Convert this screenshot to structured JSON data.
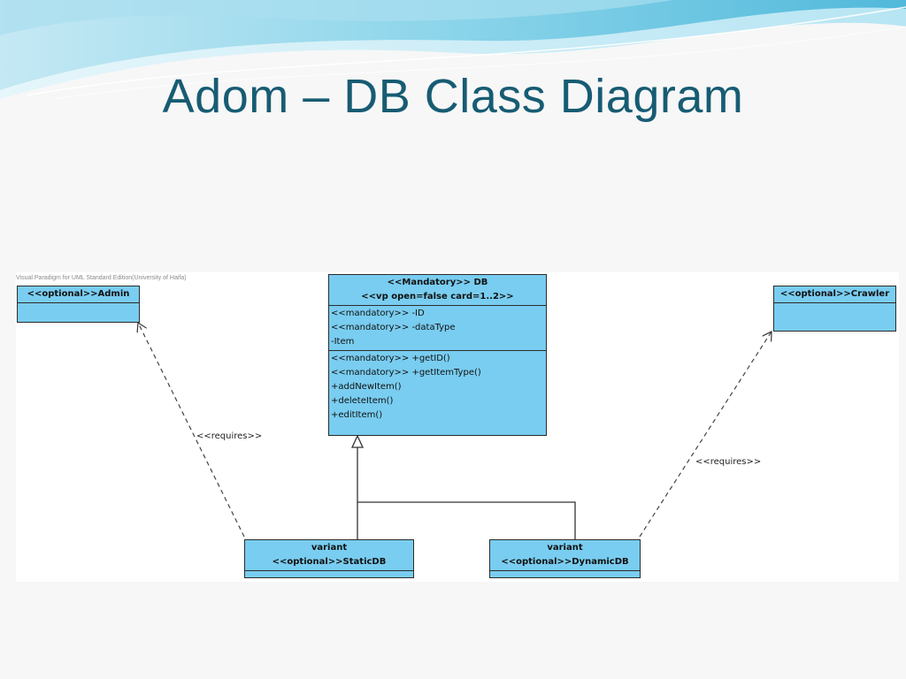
{
  "slide": {
    "title": "Adom – DB Class Diagram"
  },
  "diagram": {
    "watermark": "Visual Paradigm for UML Standard Edition(University of Haifa)",
    "classes": {
      "admin": {
        "name": "<<optional>>Admin"
      },
      "crawler": {
        "name": "<<optional>>Crawler"
      },
      "db": {
        "stereotype": "<<Mandatory>> DB",
        "constraint": "<<vp open=false card=1..2>>",
        "attributes": [
          "<<mandatory>> -ID",
          "<<mandatory>> -dataType",
          "-Item"
        ],
        "operations": [
          "<<mandatory>> +getID()",
          "<<mandatory>> +getItemType()",
          "+addNewItem()",
          "+deleteItem()",
          "+editItem()"
        ]
      },
      "static_db": {
        "kind": "variant",
        "name": "<<optional>>StaticDB"
      },
      "dynamic_db": {
        "kind": "variant",
        "name": "<<optional>>DynamicDB"
      }
    },
    "relations": {
      "requires_admin": "<<requires>>",
      "requires_crawler": "<<requires>>"
    }
  },
  "colors": {
    "class_fill": "#79cdf0",
    "title": "#175c73"
  },
  "icons": {
    "generalization": "hollow-triangle-arrow",
    "dependency": "open-arrow"
  }
}
